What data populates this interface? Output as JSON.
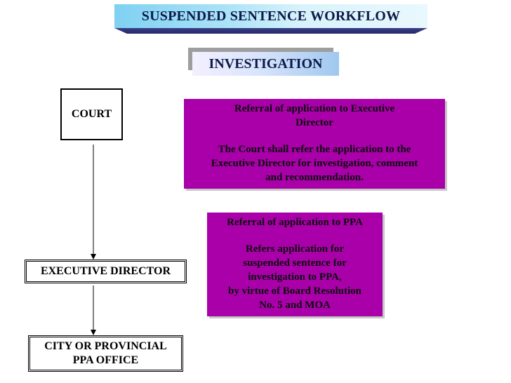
{
  "title": "SUSPENDED SENTENCE WORKFLOW",
  "section": "INVESTIGATION",
  "nodes": {
    "court": "COURT",
    "executive_director": "EXECUTIVE DIRECTOR",
    "ppa_office_line1": "CITY OR PROVINCIAL",
    "ppa_office_line2": "PPA OFFICE"
  },
  "notes": {
    "exec_referral": {
      "heading_line1": "Referral of application to Executive",
      "heading_line2": "Director",
      "body_line1": "The Court shall refer the application to the",
      "body_line2": "Executive Director for investigation, comment",
      "body_line3": "and recommendation."
    },
    "ppa_referral": {
      "heading": "Referral of application to PPA",
      "body_line1": "Refers application for",
      "body_line2": "suspended sentence for",
      "body_line3": "investigation to PPA,",
      "body_line4": "by virtue of Board Resolution",
      "body_line5": "No. 5 and MOA"
    }
  },
  "colors": {
    "note_fill": "#aa00aa",
    "title_gradient_start": "#7fd1f2",
    "title_text": "#0d1a4a"
  }
}
